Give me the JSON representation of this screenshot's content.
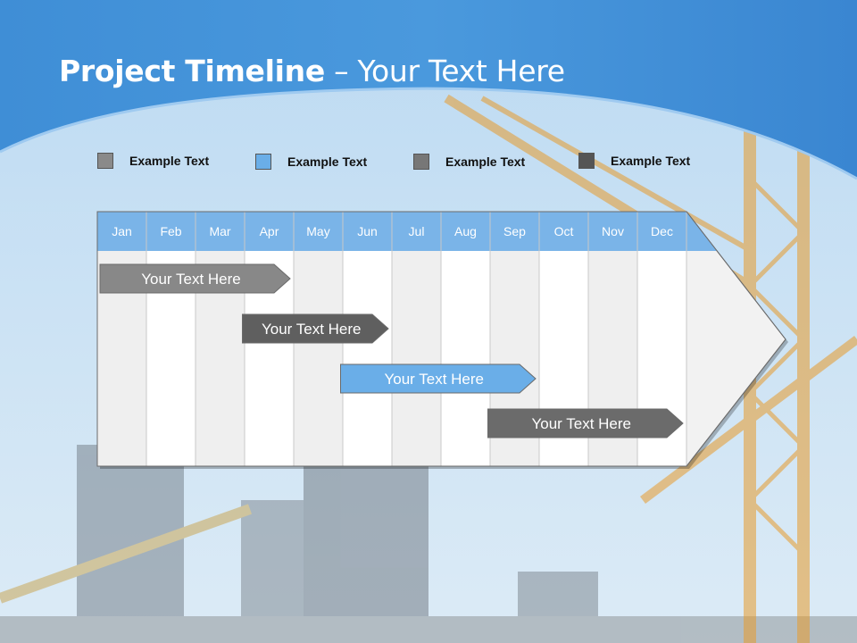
{
  "slide": {
    "title_bold": "Project Timeline",
    "title_rest": " – Your Text Here"
  },
  "legend": [
    {
      "label": "Example Text",
      "color": "#8a8a8a"
    },
    {
      "label": "Example Text",
      "color": "#6aaee8"
    },
    {
      "label": "Example Text",
      "color": "#777777"
    },
    {
      "label": "Example Text",
      "color": "#555555"
    }
  ],
  "timeline": {
    "months": [
      "Jan",
      "Feb",
      "Mar",
      "Apr",
      "May",
      "Jun",
      "Jul",
      "Aug",
      "Sep",
      "Oct",
      "Nov",
      "Dec"
    ],
    "header_color": "#7ab4e8",
    "tasks": [
      {
        "label": "Your  Text Here",
        "start_month": 1.0,
        "end_month": 4.0,
        "color": "#888888"
      },
      {
        "label": "Your  Text Here",
        "start_month": 3.9,
        "end_month": 6.0,
        "color": "#5f5f5f"
      },
      {
        "label": "Your  Text Here",
        "start_month": 5.9,
        "end_month": 9.0,
        "color": "#6aaee8"
      },
      {
        "label": "Your  Text Here",
        "start_month": 8.9,
        "end_month": 12.0,
        "color": "#6b6b6b"
      }
    ]
  }
}
